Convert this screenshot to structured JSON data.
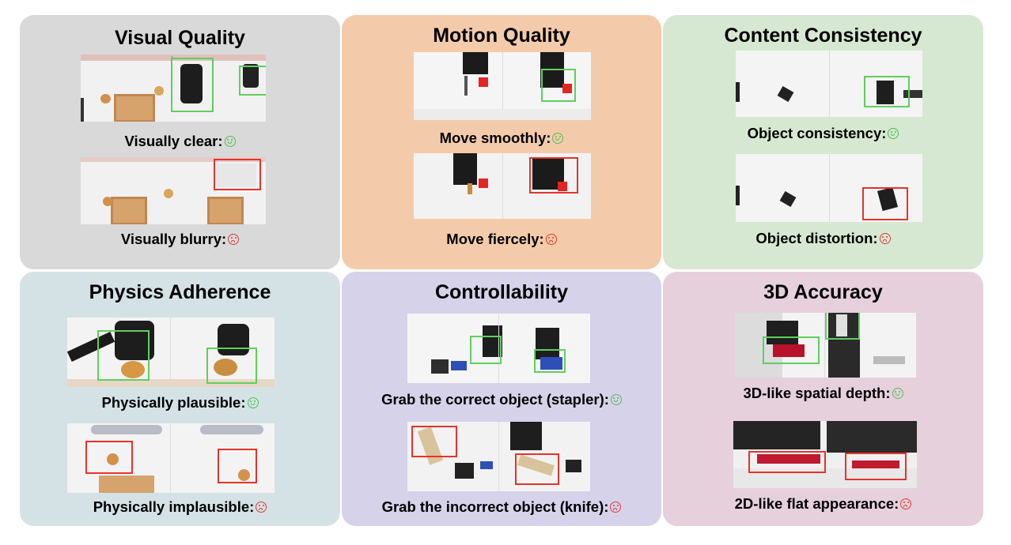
{
  "colors": {
    "visual_quality_bg": "#d9d9d9",
    "motion_quality_bg": "#f4cbaa",
    "content_consistency_bg": "#d6e8d1",
    "physics_adherence_bg": "#d4e2e5",
    "controllability_bg": "#d6d2ea",
    "accuracy_3d_bg": "#e6d0dc",
    "good_box": "#5fcf5f",
    "bad_box": "#e5332a"
  },
  "panels": {
    "visual_quality": {
      "title": "Visual Quality",
      "good_caption": "Visually clear:",
      "bad_caption": "Visually blurry:"
    },
    "motion_quality": {
      "title": "Motion Quality",
      "good_caption": "Move smoothly:",
      "bad_caption": "Move fiercely:"
    },
    "content_consistency": {
      "title": "Content Consistency",
      "good_caption": "Object consistency:",
      "bad_caption": "Object distortion:"
    },
    "physics_adherence": {
      "title": "Physics Adherence",
      "good_caption": "Physically plausible:",
      "bad_caption": "Physically implausible:"
    },
    "controllability": {
      "title": "Controllability",
      "good_caption": "Grab the correct object (stapler):",
      "bad_caption": "Grab the incorrect object (knife):"
    },
    "accuracy_3d": {
      "title": "3D Accuracy",
      "good_caption": "3D-like spatial depth:",
      "bad_caption": "2D-like flat appearance:"
    }
  }
}
